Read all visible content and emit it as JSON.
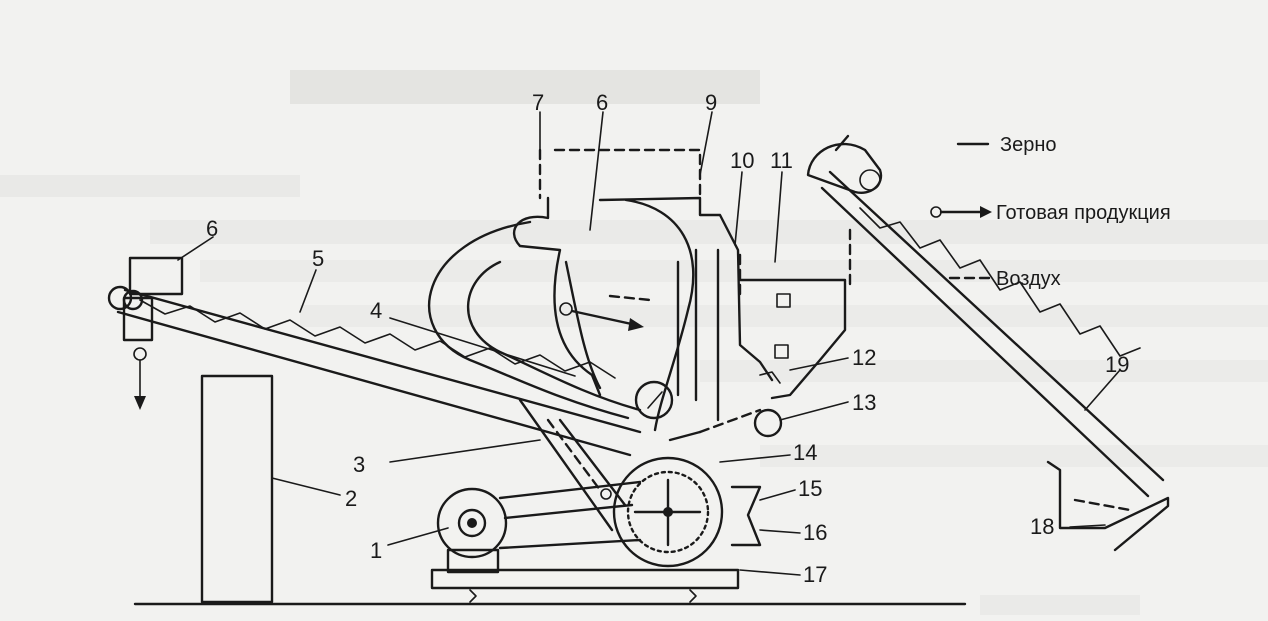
{
  "legend": {
    "grain": "Зерно",
    "product": "Готовая продукция",
    "air": "Воздух"
  },
  "callouts": [
    "1",
    "2",
    "3",
    "4",
    "5",
    "6",
    "6",
    "7",
    "9",
    "10",
    "11",
    "12",
    "13",
    "14",
    "15",
    "16",
    "17",
    "18",
    "19"
  ],
  "colors": {
    "ink": "#1a1a1a",
    "paper": "#f2f2f0"
  }
}
